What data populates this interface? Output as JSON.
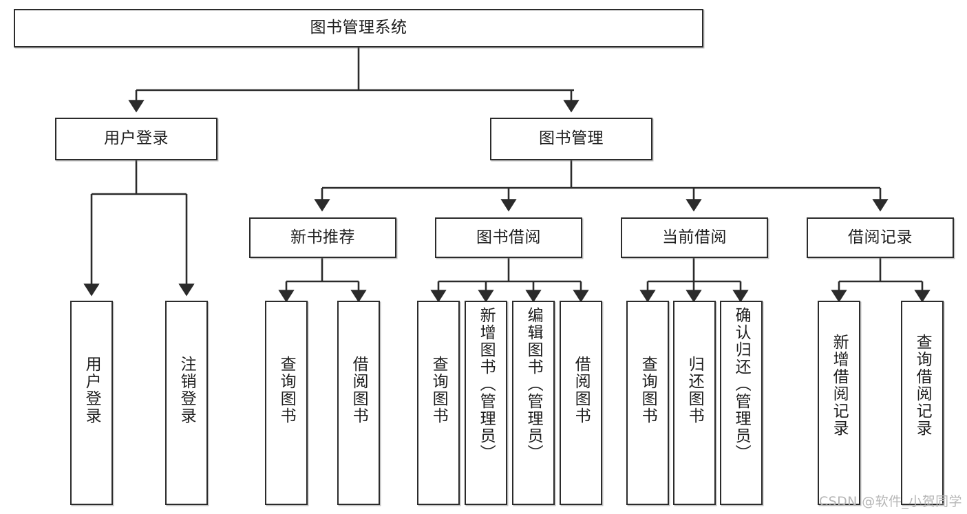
{
  "diagram": {
    "type": "tree",
    "title": "图书管理系统",
    "orientation": "top-down",
    "colors": {
      "stroke": "#2b2b2b",
      "fill": "#ffffff",
      "text": "#1d1d1d",
      "watermark": "#b6b6b6"
    }
  },
  "nodes": {
    "root": {
      "label": "图书管理系统"
    },
    "level2": [
      {
        "id": "user-login",
        "label": "用户登录"
      },
      {
        "id": "book-manage",
        "label": "图书管理"
      }
    ],
    "level3": [
      {
        "id": "new-book-recommend",
        "label": "新书推荐"
      },
      {
        "id": "book-borrow",
        "label": "图书借阅"
      },
      {
        "id": "current-borrow",
        "label": "当前借阅"
      },
      {
        "id": "borrow-record",
        "label": "借阅记录"
      }
    ],
    "leaves": {
      "user_login": [
        {
          "id": "leaf-user-login",
          "label": "用户登录"
        },
        {
          "id": "leaf-logout",
          "label": "注销登录"
        }
      ],
      "new_book_recommend": [
        {
          "id": "leaf-query-book-1",
          "label": "查询图书"
        },
        {
          "id": "leaf-borrow-book-1",
          "label": "借阅图书"
        }
      ],
      "book_borrow": [
        {
          "id": "leaf-query-book-2",
          "label": "查询图书"
        },
        {
          "id": "leaf-add-book",
          "label": "新增图书（管理员）"
        },
        {
          "id": "leaf-edit-book",
          "label": "编辑图书（管理员）"
        },
        {
          "id": "leaf-borrow-book-2",
          "label": "借阅图书"
        }
      ],
      "current_borrow": [
        {
          "id": "leaf-query-book-3",
          "label": "查询图书"
        },
        {
          "id": "leaf-return-book",
          "label": "归还图书"
        },
        {
          "id": "leaf-confirm-return",
          "label": "确认归还（管理员）"
        }
      ],
      "borrow_record": [
        {
          "id": "leaf-add-record",
          "label": "新增借阅记录"
        },
        {
          "id": "leaf-query-record",
          "label": "查询借阅记录"
        }
      ]
    }
  },
  "watermark": {
    "text": "CSDN @软件_小贺同学"
  }
}
